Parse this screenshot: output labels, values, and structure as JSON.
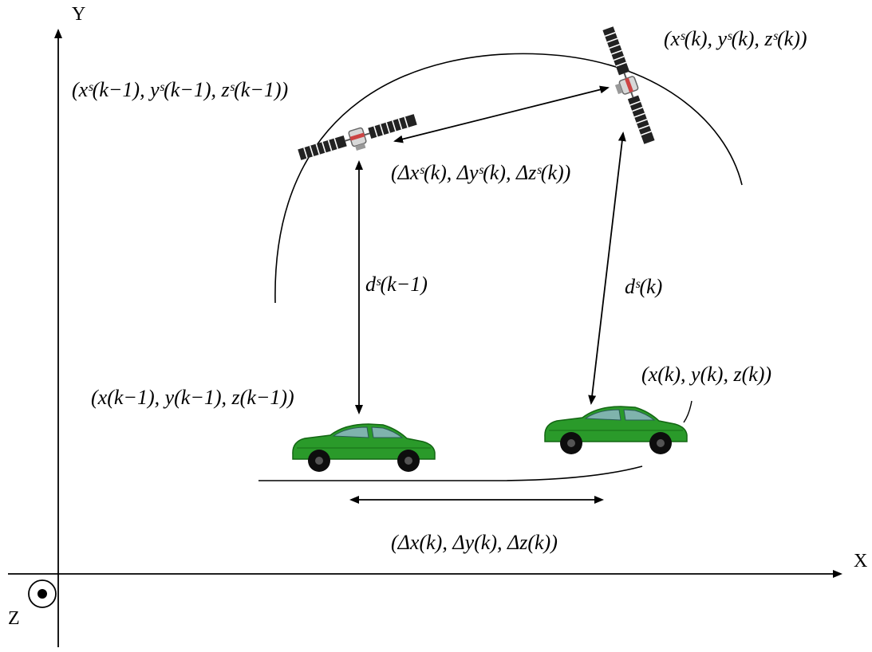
{
  "axes": {
    "x_label": "X",
    "y_label": "Y",
    "z_label": "Z"
  },
  "satellites": {
    "previous_position": "(xˢ(k−1), yˢ(k−1), zˢ(k−1))",
    "current_position": "(xˢ(k), yˢ(k), zˢ(k))",
    "displacement": "(Δxˢ(k), Δyˢ(k), Δzˢ(k))"
  },
  "ranges": {
    "previous": "dˢ(k−1)",
    "current": "dˢ(k)"
  },
  "vehicles": {
    "previous_position": "(x(k−1), y(k−1), z(k−1))",
    "current_position": "(x(k), y(k), z(k))",
    "displacement": "(Δx(k), Δy(k), Δz(k))"
  },
  "colors": {
    "car_body": "#1f8a1f",
    "car_window": "#6fa7a0",
    "ink": "#000000"
  },
  "icons": [
    "satellite-icon",
    "car-icon",
    "out-of-page-axis-icon"
  ]
}
